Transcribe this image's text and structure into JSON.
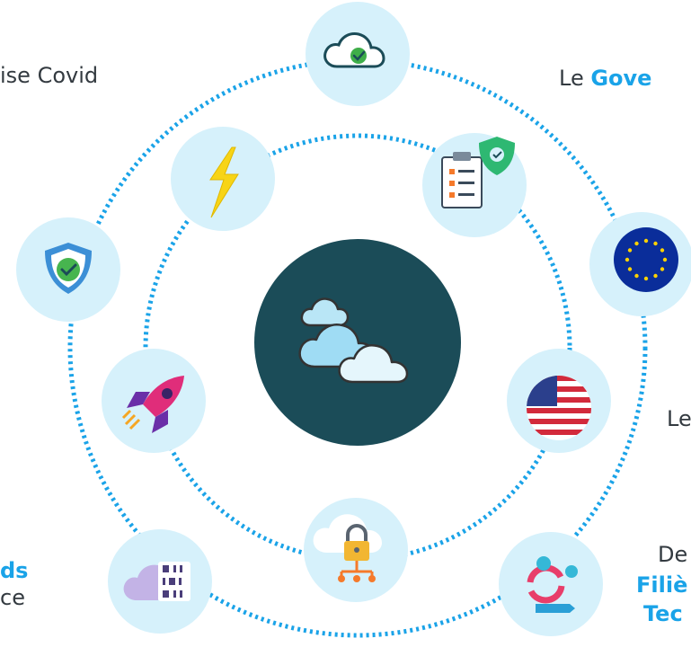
{
  "labels": {
    "top_left": "ise Covid",
    "top_right_prefix": "Le ",
    "top_right_bold": "Gove",
    "right_mid": "Le",
    "bottom_right_line1": "De",
    "bottom_right_line2": "Filiè",
    "bottom_right_line3": "Tec",
    "bottom_left_line1": "ds",
    "bottom_left_line2": "ce"
  },
  "nodes": {
    "center": "clouds-icon",
    "outer": [
      "cloud-check-icon",
      "eu-flag-icon",
      "development-cycle-icon",
      "cloud-data-icon",
      "shield-check-icon"
    ],
    "inner": [
      "checklist-shield-icon",
      "us-flag-icon",
      "cloud-lock-icon",
      "rocket-icon",
      "lightning-icon"
    ]
  },
  "colors": {
    "dotted_ring": "#1aa3e8",
    "node_fill": "#d6f1fb",
    "center_fill": "#1b4c58",
    "accent_text": "#1aa3e8",
    "body_text": "#333a40"
  }
}
